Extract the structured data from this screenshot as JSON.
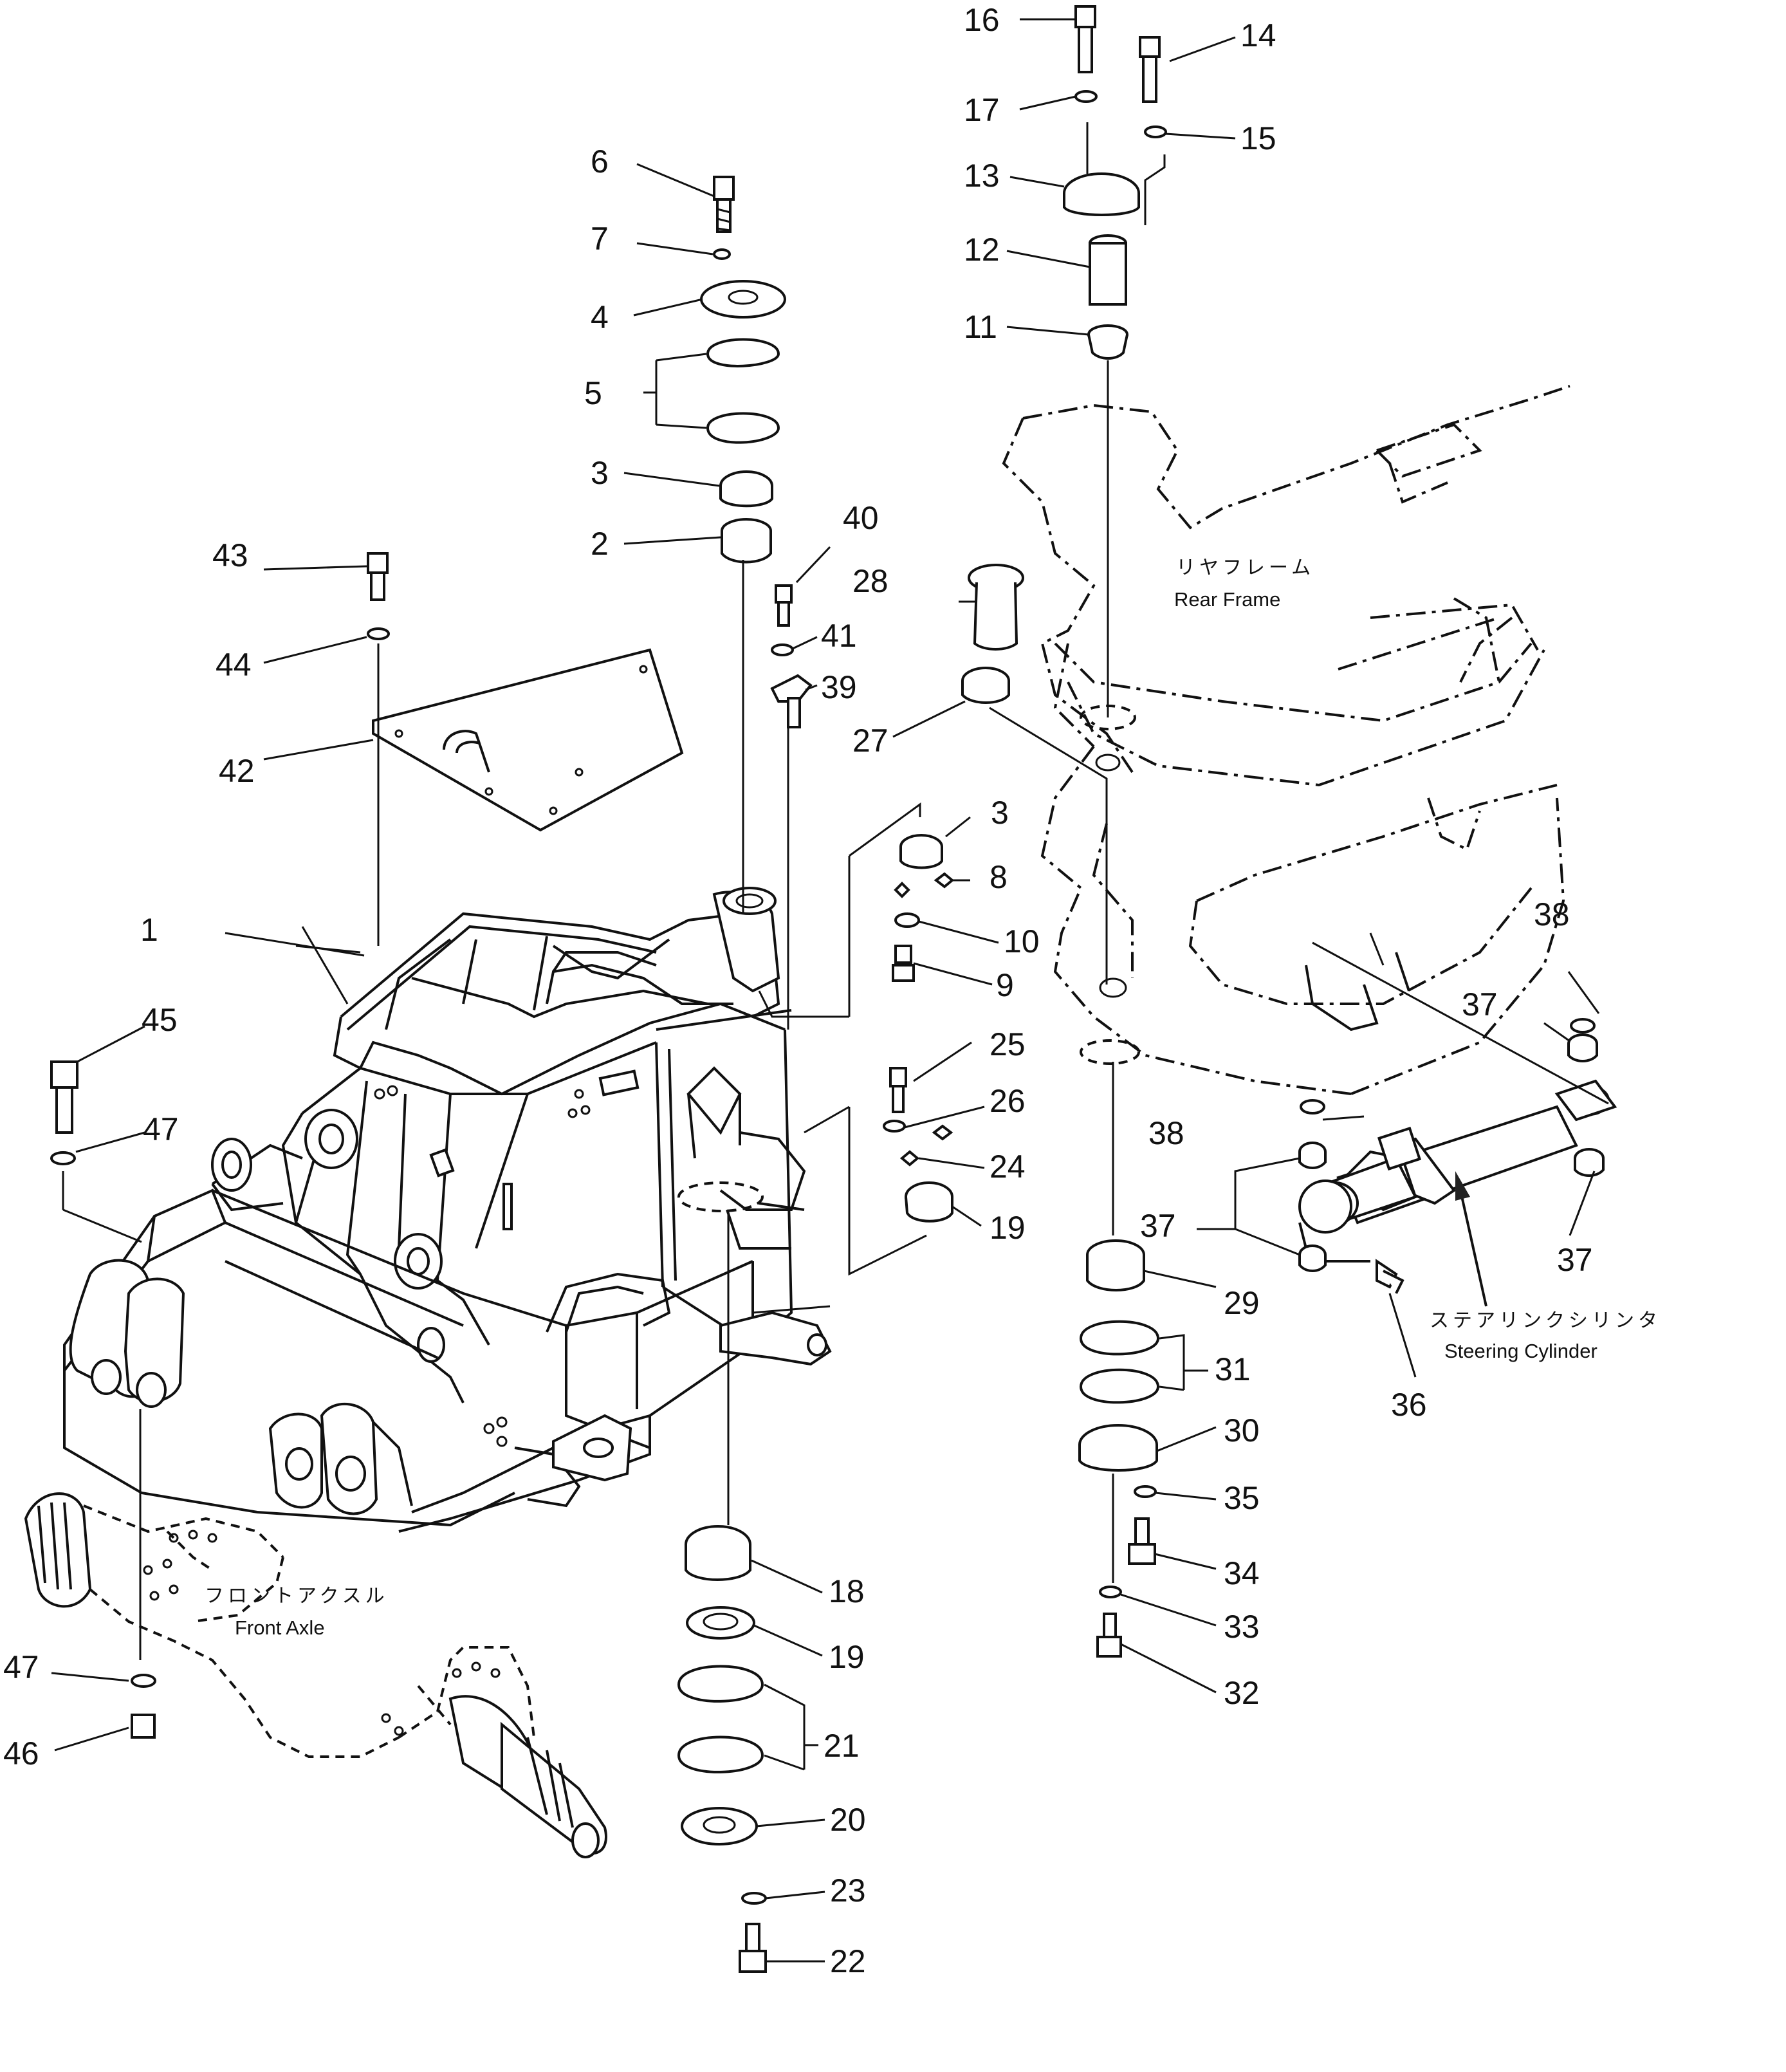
{
  "diagram": {
    "callouts": {
      "c1": "1",
      "c2": "2",
      "c3a": "3",
      "c3b": "3",
      "c4": "4",
      "c5": "5",
      "c6": "6",
      "c7": "7",
      "c8": "8",
      "c9": "9",
      "c10": "10",
      "c11": "11",
      "c12": "12",
      "c13": "13",
      "c14": "14",
      "c15": "15",
      "c16": "16",
      "c17": "17",
      "c18": "18",
      "c19a": "19",
      "c19b": "19",
      "c20": "20",
      "c21": "21",
      "c22": "22",
      "c23": "23",
      "c24": "24",
      "c25": "25",
      "c26": "26",
      "c27": "27",
      "c28": "28",
      "c29": "29",
      "c30": "30",
      "c31": "31",
      "c32": "32",
      "c33": "33",
      "c34": "34",
      "c35": "35",
      "c36": "36",
      "c37a": "37",
      "c37b": "37",
      "c37c": "37",
      "c38a": "38",
      "c38b": "38",
      "c39": "39",
      "c40": "40",
      "c41": "41",
      "c42": "42",
      "c43": "43",
      "c44": "44",
      "c45": "45",
      "c46": "46",
      "c47a": "47",
      "c47b": "47"
    },
    "labels": {
      "rear_frame_jp": "リヤフレーム",
      "rear_frame_en": "Rear Frame",
      "steering_cylinder_jp": "ステアリンクシリンタ",
      "steering_cylinder_en": "Steering Cylinder",
      "front_axle_jp": "フロントアクスル",
      "front_axle_en": "Front Axle"
    }
  }
}
